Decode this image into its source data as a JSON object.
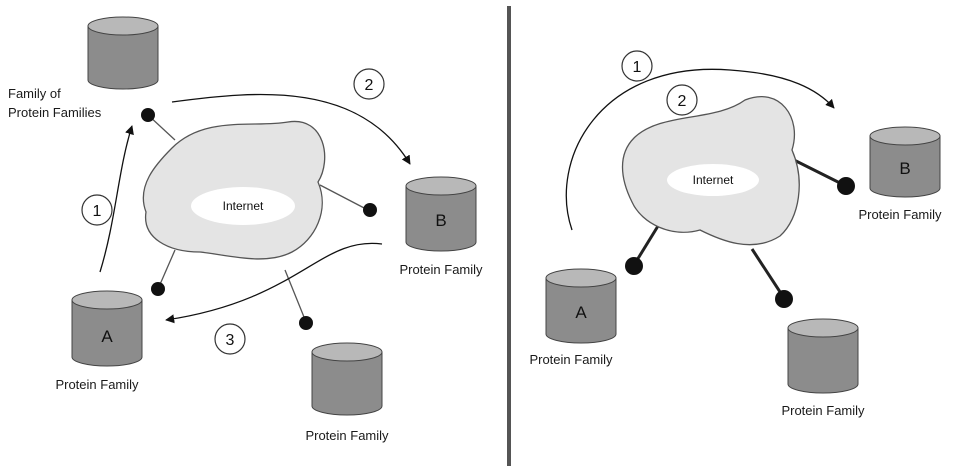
{
  "colors": {
    "cylinder_body": "#8c8c8c",
    "cylinder_top": "#b8b8b8",
    "cloud_fill": "#e4e4e4",
    "node": "#111111",
    "divider": "#555555"
  },
  "left_panel": {
    "hub_label_line1": "Family of",
    "hub_label_line2": "Protein Families",
    "cloud_label": "Internet",
    "cylinder_b_letter": "B",
    "cylinder_b_label": "Protein Family",
    "cylinder_a_letter": "A",
    "cylinder_a_label": "Protein Family",
    "cylinder_c_label": "Protein Family",
    "step_1": "1",
    "step_2": "2",
    "step_3": "3"
  },
  "right_panel": {
    "cloud_label": "Internet",
    "cylinder_b_letter": "B",
    "cylinder_b_label": "Protein Family",
    "cylinder_a_letter": "A",
    "cylinder_a_label": "Protein Family",
    "cylinder_c_label": "Protein Family",
    "step_1": "1",
    "step_2": "2"
  }
}
